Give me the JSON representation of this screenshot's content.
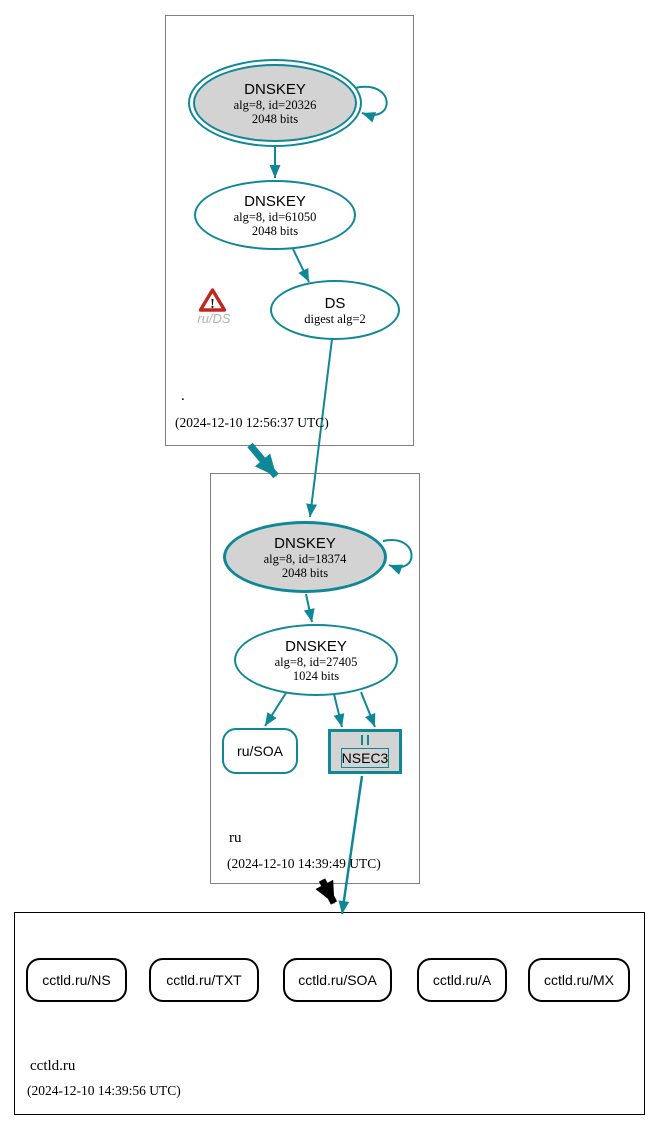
{
  "diagram_type": "dnssec-authentication-chain",
  "colors": {
    "secure_teal": "#0e8796",
    "node_fill_gray": "#d3d3d3",
    "warning_red": "#c0281e",
    "insecure_black": "#000000",
    "zone_border_gray": "#7f7f7f"
  },
  "zones": {
    "root": {
      "label": ".",
      "timestamp": "(2024-12-10 12:56:37 UTC)",
      "ksk": {
        "title": "DNSKEY",
        "detail1": "alg=8, id=20326",
        "detail2": "2048 bits"
      },
      "zsk": {
        "title": "DNSKEY",
        "detail1": "alg=8, id=61050",
        "detail2": "2048 bits"
      },
      "ds": {
        "title": "DS",
        "detail1": "digest alg=2"
      },
      "warning": {
        "label": "ru/DS",
        "icon": "warning-triangle"
      }
    },
    "ru": {
      "label": "ru",
      "timestamp": "(2024-12-10 14:39:49 UTC)",
      "ksk": {
        "title": "DNSKEY",
        "detail1": "alg=8, id=18374",
        "detail2": "2048 bits"
      },
      "zsk": {
        "title": "DNSKEY",
        "detail1": "alg=8, id=27405",
        "detail2": "1024 bits"
      },
      "soa": {
        "label": "ru/SOA"
      },
      "nsec3": {
        "label": "NSEC3"
      }
    },
    "cctld": {
      "label": "cctld.ru",
      "timestamp": "(2024-12-10 14:39:56 UTC)",
      "rrsets": [
        "cctld.ru/NS",
        "cctld.ru/TXT",
        "cctld.ru/SOA",
        "cctld.ru/A",
        "cctld.ru/MX"
      ]
    }
  }
}
